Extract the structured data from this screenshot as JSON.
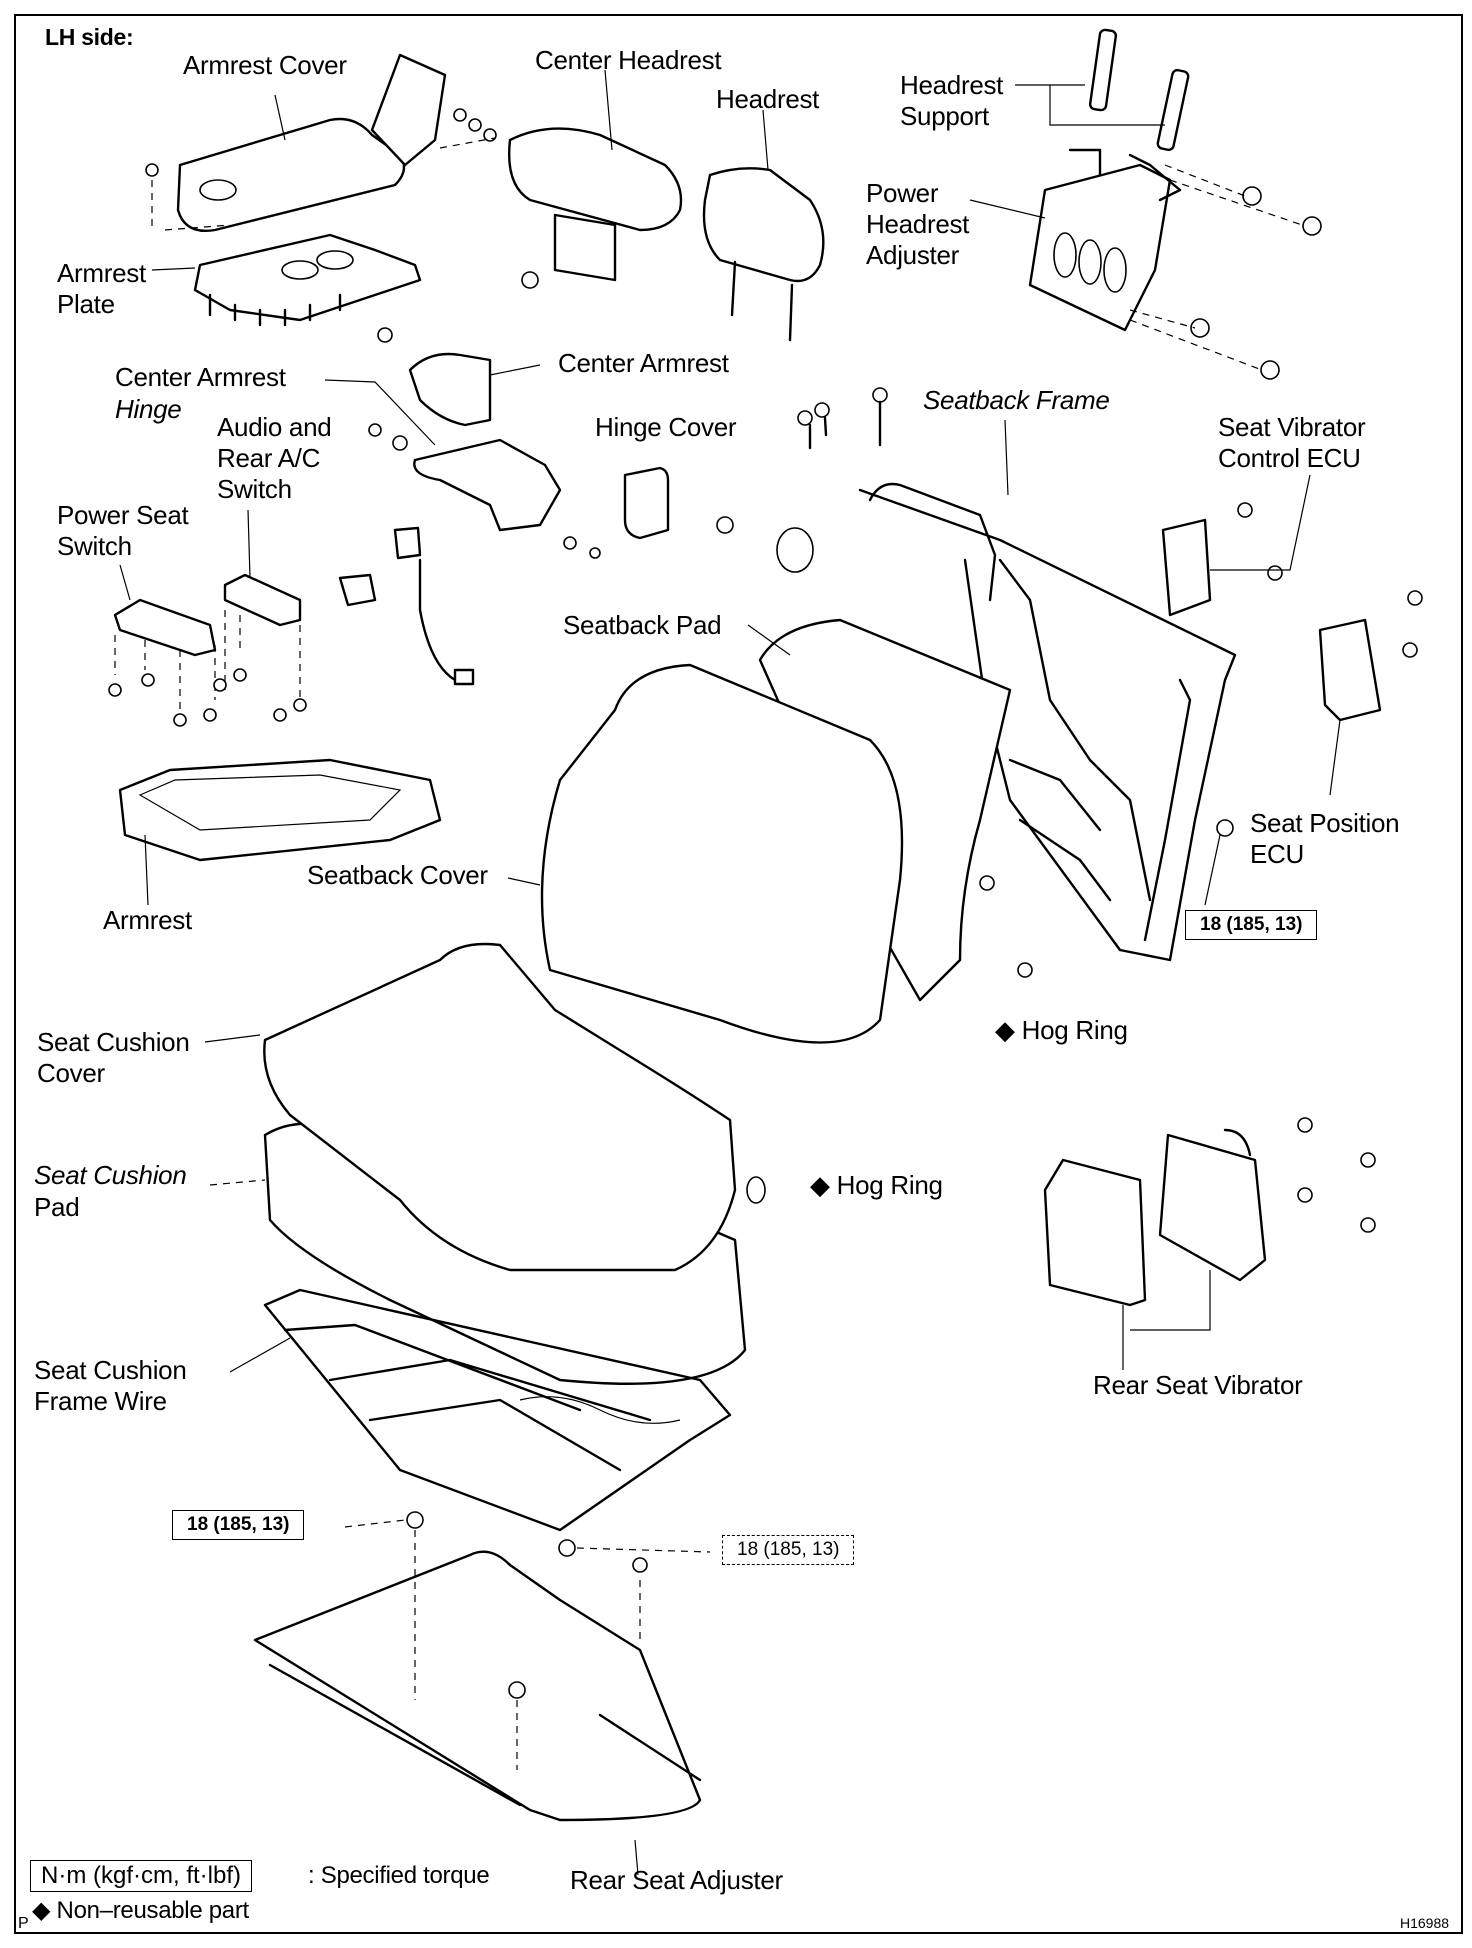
{
  "diagram": {
    "title": "LH side:",
    "figure_id": "H16988",
    "page_marker": "P",
    "labels": {
      "armrest_cover": "Armrest Cover",
      "center_headrest": "Center Headrest",
      "headrest": "Headrest",
      "headrest_support": "Headrest\nSupport",
      "power_headrest_adjuster": "Power\nHeadrest\nAdjuster",
      "armrest_plate": "Armrest\nPlate",
      "center_armrest": "Center Armrest",
      "center_armrest_hinge_line1": "Center Armrest",
      "center_armrest_hinge_line2": "Hinge",
      "audio_rear_ac_switch": "Audio and\nRear A/C\nSwitch",
      "hinge_cover": "Hinge Cover",
      "seatback_frame": "Seatback Frame",
      "seat_vibrator_control_ecu": "Seat Vibrator\nControl ECU",
      "power_seat_switch": "Power Seat\nSwitch",
      "seatback_pad": "Seatback Pad",
      "seat_position_ecu": "Seat Position\nECU",
      "armrest": "Armrest",
      "seatback_cover": "Seatback Cover",
      "hog_ring_upper": "Hog Ring",
      "seat_cushion_cover": "Seat Cushion\nCover",
      "seat_cushion_pad_line1": "Seat Cushion",
      "seat_cushion_pad_line2": "Pad",
      "hog_ring_lower": "Hog Ring",
      "rear_seat_vibrator": "Rear Seat Vibrator",
      "seat_cushion_frame_wire": "Seat Cushion\nFrame Wire",
      "rear_seat_adjuster": "Rear Seat Adjuster"
    },
    "torque_specs": [
      {
        "part": "seat-position-ecu-nut",
        "value": "18 (185, 13)"
      },
      {
        "part": "adjuster-bolt-left",
        "value": "18 (185, 13)"
      },
      {
        "part": "adjuster-bolt-right",
        "value": "18 (185, 13)"
      }
    ],
    "non_reusable_symbol": "◆",
    "legend": {
      "torque_units": "N·m (kgf·cm, ft·lbf)",
      "torque_desc": ": Specified torque",
      "non_reusable": "Non–reusable part"
    }
  }
}
